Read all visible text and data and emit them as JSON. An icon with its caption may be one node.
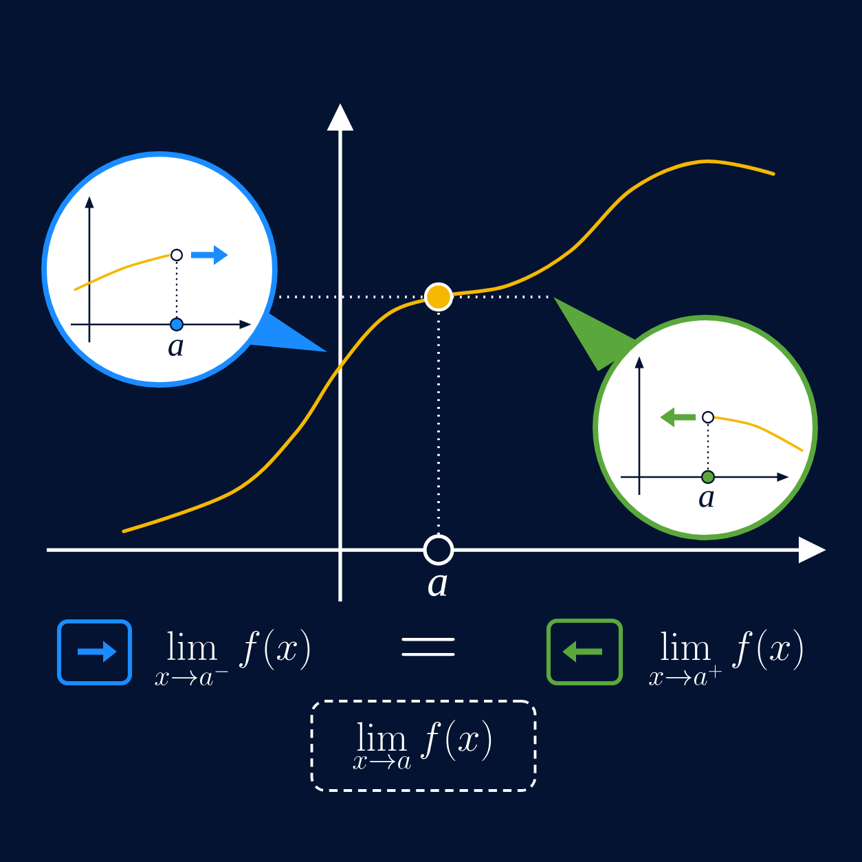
{
  "diagram": {
    "nodes": [
      {
        "text": [
          "a"
        ]
      },
      {
        "text": [
          "a"
        ]
      },
      {
        "text": [
          "\\lim_{x\\to a} f(x)"
        ]
      }
    ],
    "labels": [
      "a",
      "\\lim_{x\\to a^-} f(x)",
      "=",
      "\\lim_{x\\to a^+} f(x)"
    ]
  }
}
